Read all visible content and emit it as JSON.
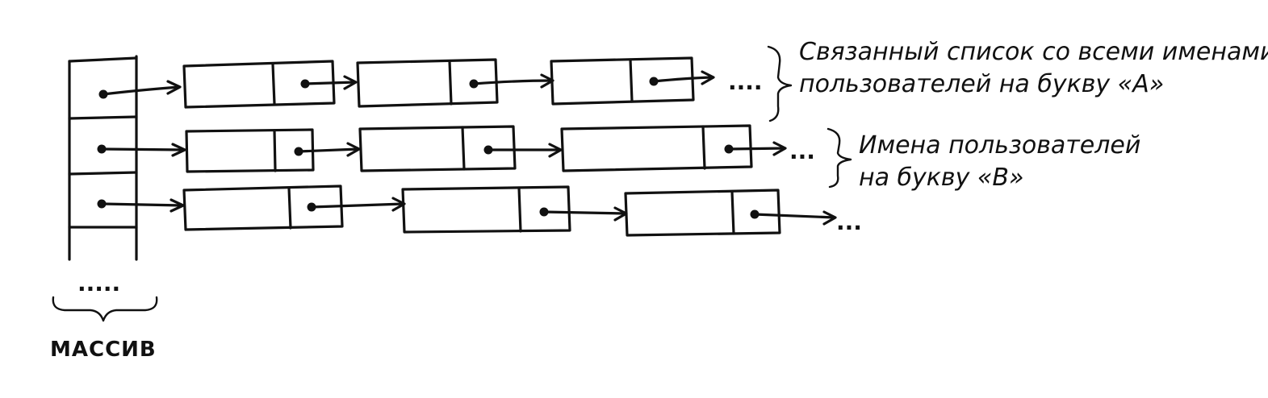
{
  "labels": {
    "list_a_line1": "Связанный список со всеми именами",
    "list_a_line2": "пользователей на букву «А»",
    "list_b_line1": "Имена пользователей",
    "list_b_line2": "на букву «В»",
    "array_caption": "МАССИВ",
    "ellipsis_row1": "....",
    "ellipsis_row2": "...",
    "ellipsis_row3": "...",
    "ellipsis_array": "....."
  }
}
